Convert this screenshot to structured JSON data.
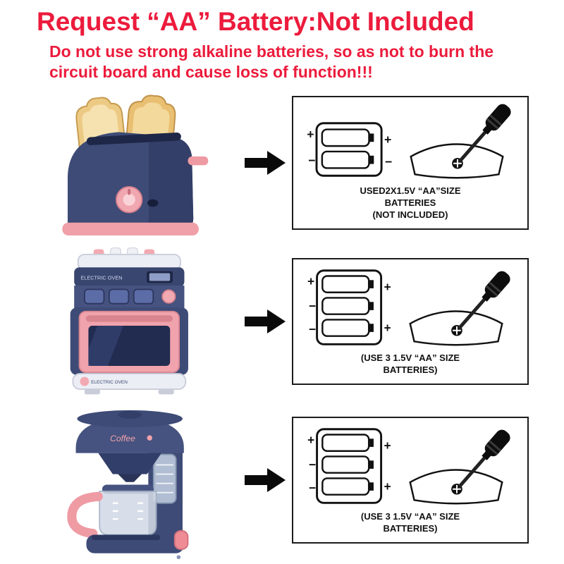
{
  "header": {
    "title": "Request  “AA”  Battery:Not Included",
    "warning_line1": "Do not use strong alkaline batteries, so as not to burn the",
    "warning_line2": "circuit board and cause loss of function!!!"
  },
  "rows": [
    {
      "product": "toy-toaster",
      "battery_count": 2,
      "battery_spec": "2 x 1.5V AA",
      "caption_lines": [
        "USED2X1.5V “AA”SIZE",
        "BATTERIES",
        "(NOT INCLUDED)"
      ]
    },
    {
      "product": "toy-electric-oven",
      "battery_count": 3,
      "battery_spec": "3 x 1.5V AA",
      "caption_lines": [
        "(USE 3  1.5V “AA” SIZE",
        "BATTERIES)"
      ]
    },
    {
      "product": "toy-coffee-maker",
      "battery_count": 3,
      "battery_spec": "3 x 1.5V AA",
      "caption_lines": [
        "(USE 3  1.5V “AA” SIZE",
        "BATTERIES)"
      ]
    }
  ],
  "labels": {
    "oven_brand": "ELECTRIC OVEN",
    "oven_base": "ELECTRIC OVEN",
    "coffee_brand": "Coffee"
  },
  "battery_marks": {
    "plus": "+",
    "minus": "−"
  },
  "colors": {
    "heading_red": "#ec1b3c",
    "navy": "#3e4b77",
    "navy_dark": "#333f68",
    "pink": "#f0a3ac",
    "toast": "#edca84",
    "diagram_black": "#111111"
  }
}
